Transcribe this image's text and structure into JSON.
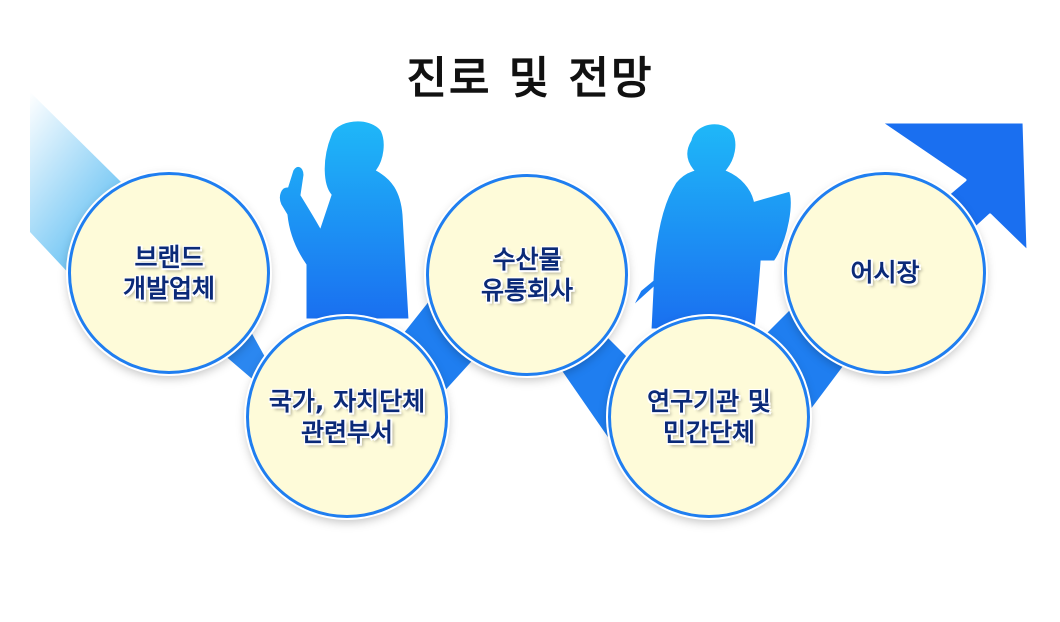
{
  "title": "진로 및 전망",
  "nodes": [
    {
      "label": "브랜드\n개발업체"
    },
    {
      "label": "국가, 자치단체\n관련부서"
    },
    {
      "label": "수산물\n유통회사"
    },
    {
      "label": "연구기관 및\n민간단체"
    },
    {
      "label": "어시장"
    }
  ],
  "colors": {
    "arrow": "#1f7ef0",
    "circle_fill": "#fefbd9",
    "circle_border": "#1f7ef0",
    "label_text": "#0b2a78"
  },
  "icons": [
    "person-silhouette-pointing",
    "person-silhouette-reading"
  ]
}
